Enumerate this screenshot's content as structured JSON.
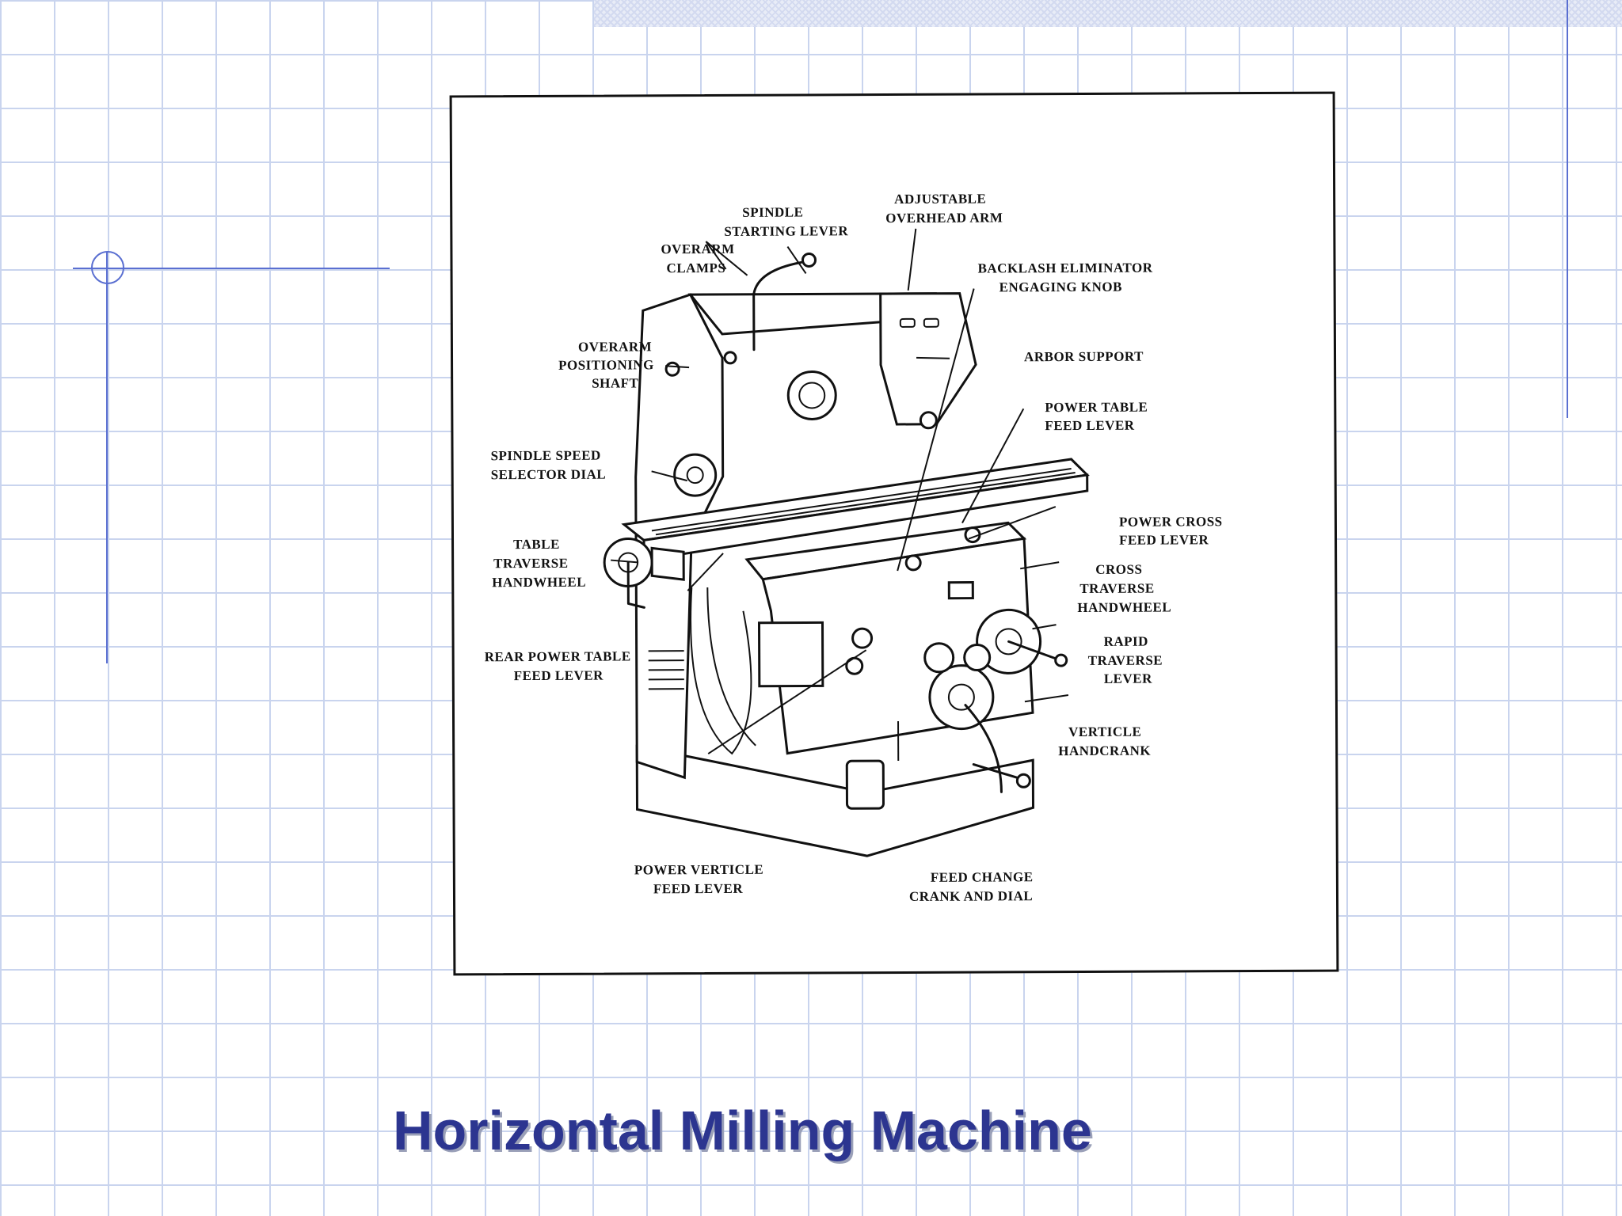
{
  "slide": {
    "title": "Horizontal Milling Machine",
    "accent_color": "#2c3590",
    "grid_color": "#c9d4ee"
  },
  "diagram": {
    "labels": {
      "spindle_starting_lever": [
        "SPINDLE",
        "STARTING LEVER"
      ],
      "adjustable_overhead_arm": [
        "ADJUSTABLE",
        "OVERHEAD ARM"
      ],
      "overarm_clamps": [
        "OVERARM",
        "CLAMPS"
      ],
      "backlash_eliminator": [
        "BACKLASH ELIMINATOR",
        "ENGAGING KNOB"
      ],
      "overarm_positioning_shaft": [
        "OVERARM",
        "POSITIONING",
        "SHAFT"
      ],
      "arbor_support": [
        "ARBOR SUPPORT"
      ],
      "power_table_feed_lever": [
        "POWER TABLE",
        "FEED LEVER"
      ],
      "spindle_speed_selector_dial": [
        "SPINDLE SPEED",
        "SELECTOR DIAL"
      ],
      "power_cross_feed_lever": [
        "POWER CROSS",
        "FEED LEVER"
      ],
      "table_traverse_handwheel": [
        "TABLE",
        "TRAVERSE",
        "HANDWHEEL"
      ],
      "cross_traverse_handwheel": [
        "CROSS",
        "TRAVERSE",
        "HANDWHEEL"
      ],
      "rapid_traverse_lever": [
        "RAPID",
        "TRAVERSE",
        "LEVER"
      ],
      "rear_power_table_feed_lever": [
        "REAR POWER TABLE",
        "FEED LEVER"
      ],
      "verticle_handcrank": [
        "VERTICLE",
        "HANDCRANK"
      ],
      "power_verticle_feed_lever": [
        "POWER VERTICLE",
        "FEED LEVER"
      ],
      "feed_change_crank_and_dial": [
        "FEED CHANGE",
        "CRANK AND DIAL"
      ]
    }
  }
}
